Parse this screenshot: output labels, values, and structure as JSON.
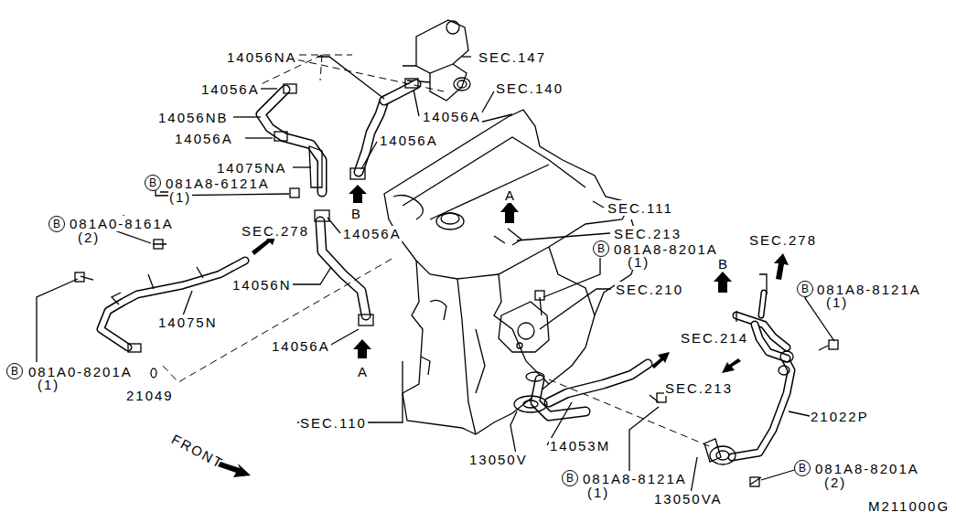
{
  "diagram": {
    "nodes": [
      {
        "text": [
          "B"
        ]
      },
      {
        "text": [
          "B"
        ]
      },
      {
        "text": [
          "B"
        ]
      },
      {
        "text": [
          "B"
        ]
      },
      {
        "text": [
          "B"
        ]
      },
      {
        "text": [
          "B"
        ]
      },
      {
        "text": [
          "B"
        ]
      }
    ],
    "labels": [
      "14056NA",
      "SEC.147",
      "SEC.140",
      "14056A",
      "14056NB",
      "14056A",
      "14056A",
      "14056A",
      "14075NA",
      "081A8-6121A",
      "(1)",
      "081A0-8161A",
      "(2)",
      "SEC.278",
      "14056A",
      "B",
      "A",
      "SEC.111",
      "SEC.213",
      "081A8-8201A",
      "(1)",
      "SEC.278",
      "081A8-8121A",
      "(1)",
      "14056N",
      "14075N",
      "SEC.210",
      "B",
      "14056A",
      "A",
      "081A0-8201A",
      "(1)",
      "SEC.214",
      "21049",
      "SEC.213",
      "21022P",
      "SEC.110",
      "FRONT",
      "13050V",
      "14053M",
      "081A8-8121A",
      "(1)",
      "081A8-8201A",
      "(2)",
      "13050VA",
      "M211000G"
    ]
  }
}
